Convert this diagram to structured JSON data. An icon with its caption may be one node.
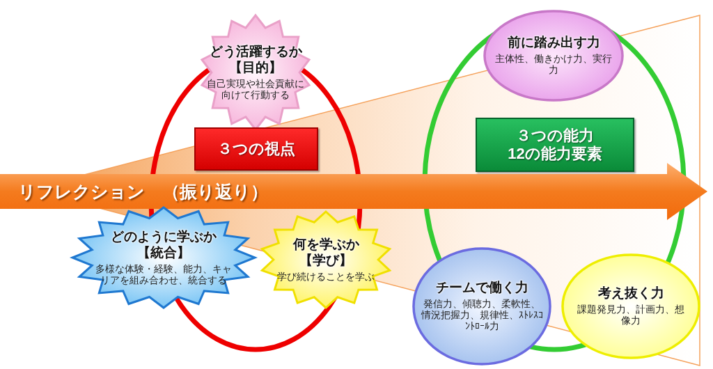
{
  "diagram": {
    "nodes": [
      {
        "text": [
          "どう活躍するか",
          "【目的】",
          "自己実現や社会貢献に向けて行動する"
        ]
      },
      {
        "text": [
          "前に踏み出す力",
          "主体性、働きかけ力、実行力"
        ]
      },
      {
        "text": [
          "３つの視点"
        ]
      },
      {
        "text": [
          "３つの能力",
          "12の能力要素"
        ]
      },
      {
        "text": [
          "リフレクション　（振り返り）"
        ]
      },
      {
        "text": [
          "どのように学ぶか",
          "【統合】",
          "多様な体験・経験、能力、キャリアを組み合わせ、統合する"
        ]
      },
      {
        "text": [
          "何を学ぶか",
          "【学び】",
          "学び続けることを学ぶ"
        ]
      },
      {
        "text": [
          "チームで働く力",
          "発信力、傾聴力、柔軟性、情況把握力、規律性、ｽﾄﾚｽｺﾝﾄﾛｰﾙ力"
        ]
      },
      {
        "text": [
          "考え抜く力",
          "課題発見力、計画力、想像力"
        ]
      }
    ]
  }
}
